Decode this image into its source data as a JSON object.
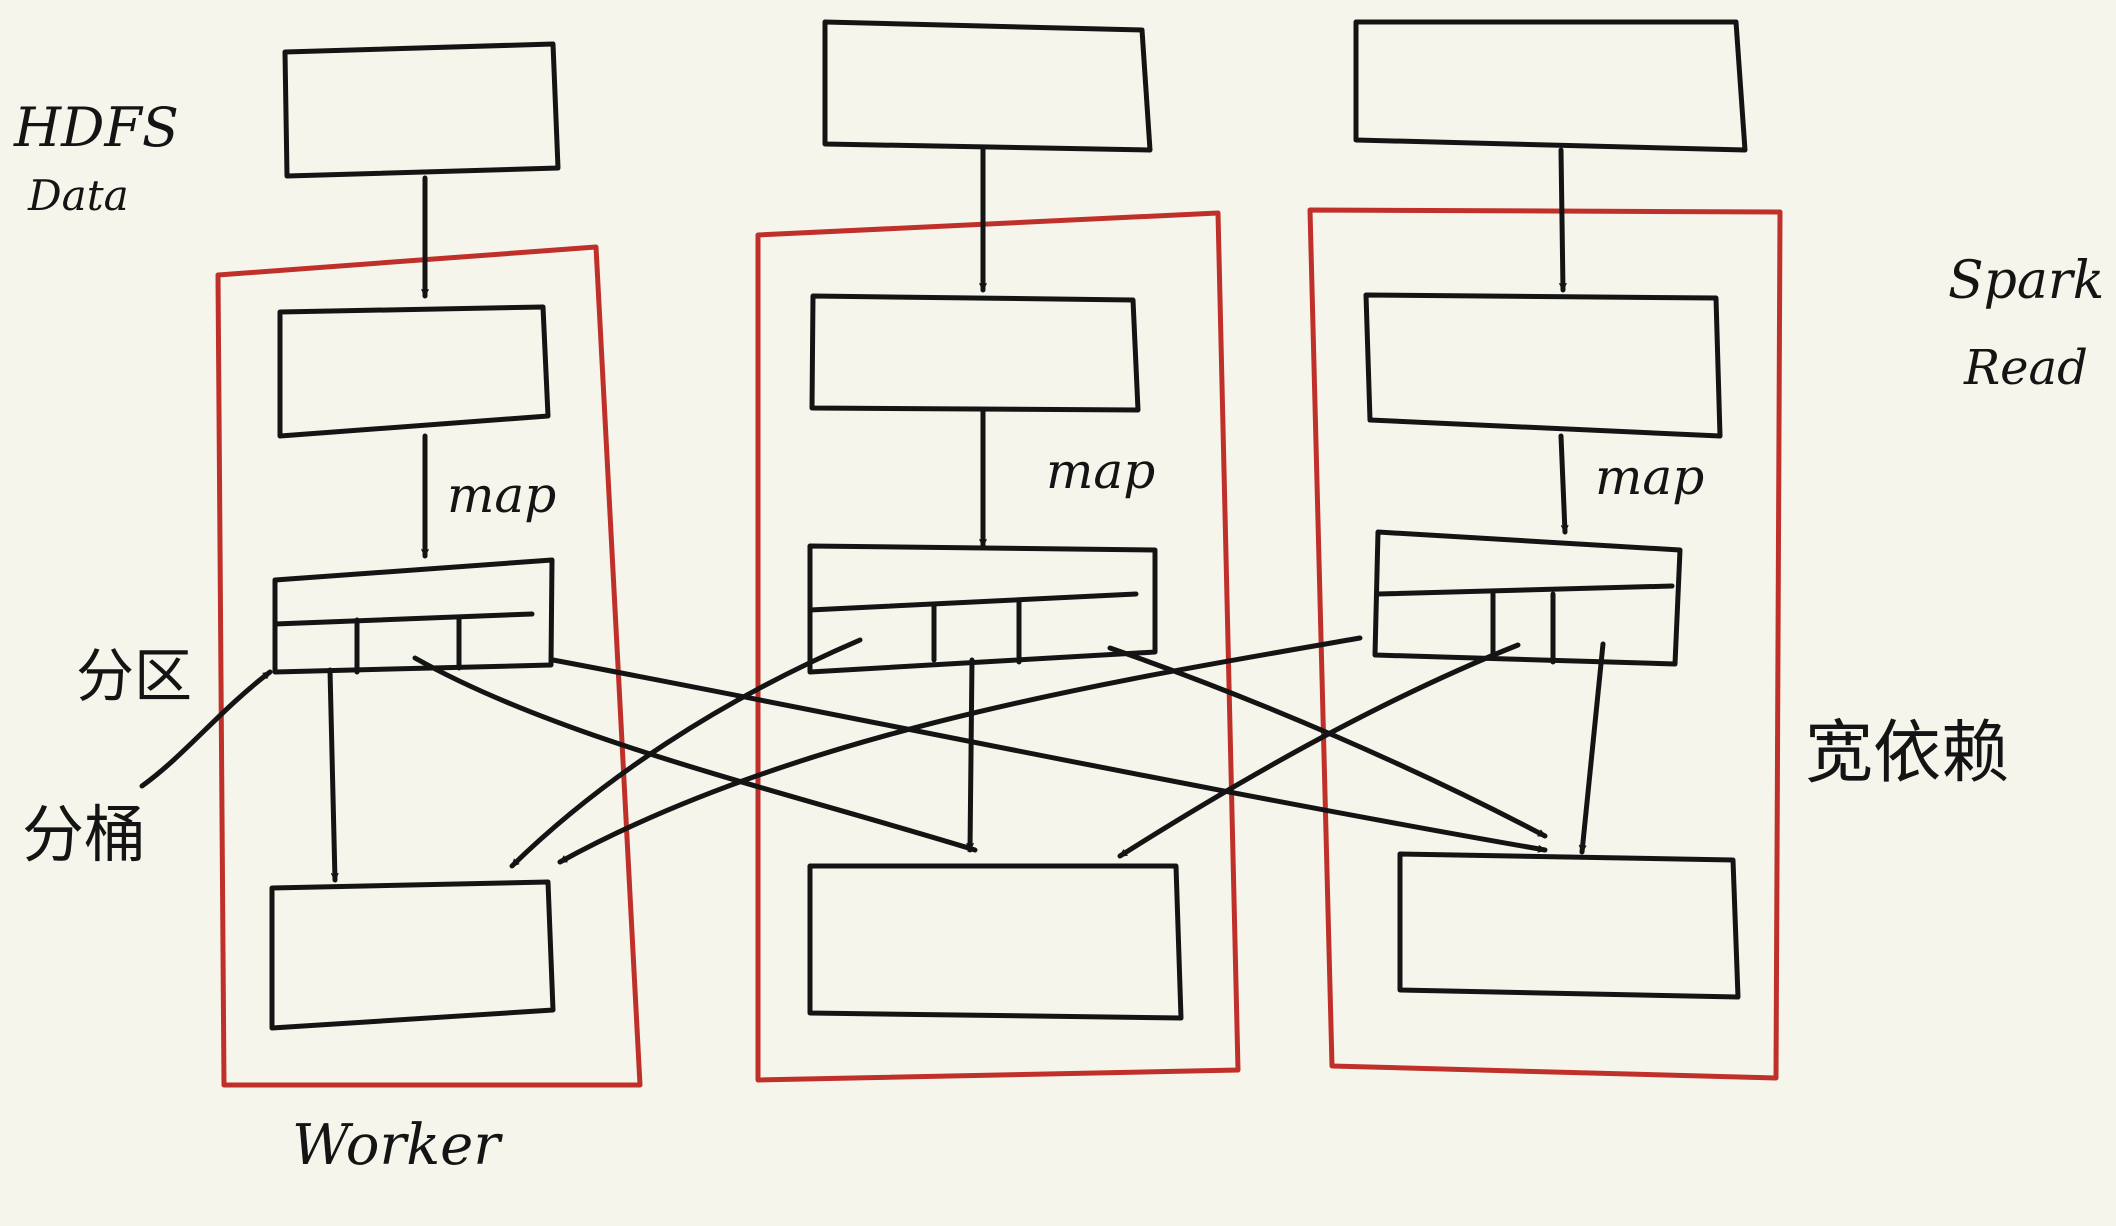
{
  "labels": {
    "hdfs_line1": "HDFS",
    "hdfs_line2": "Data",
    "spark_line1": "Spark",
    "spark_line2": "Read",
    "map": "map",
    "partition": "分区",
    "bucket": "分桶",
    "wide_dependency": "宽依赖",
    "worker": "Worker"
  },
  "colors": {
    "ink": "#141414",
    "worker_border": "#c0302a",
    "background": "#f6f5eb"
  }
}
